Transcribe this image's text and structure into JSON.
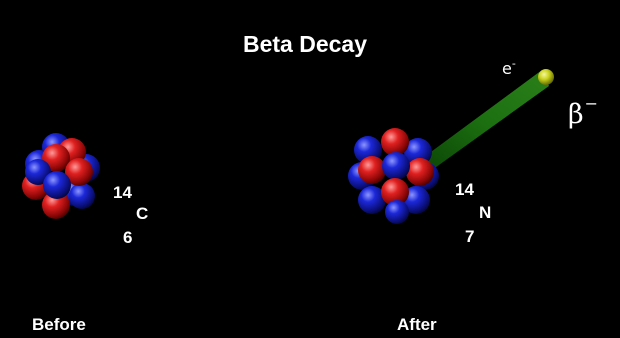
{
  "title": "Beta Decay",
  "before": {
    "caption": "Before",
    "isotope": {
      "mass_number": "14",
      "symbol": "C",
      "atomic_number": "6"
    },
    "nucleus": {
      "proton_color": "red",
      "neutron_color": "blue"
    }
  },
  "after": {
    "caption": "After",
    "isotope": {
      "mass_number": "14",
      "symbol": "N",
      "atomic_number": "7"
    },
    "nucleus": {
      "proton_color": "red",
      "neutron_color": "blue"
    }
  },
  "emission": {
    "particle_label": "e",
    "particle_charge": "-",
    "radiation_symbol": "β",
    "radiation_charge": "−",
    "trail_color": "#1f7a12",
    "particle_color": "#c9d21c"
  },
  "colors": {
    "background": "#000000",
    "proton": "#d01818",
    "neutron": "#1a24c8",
    "text": "#ffffff"
  }
}
